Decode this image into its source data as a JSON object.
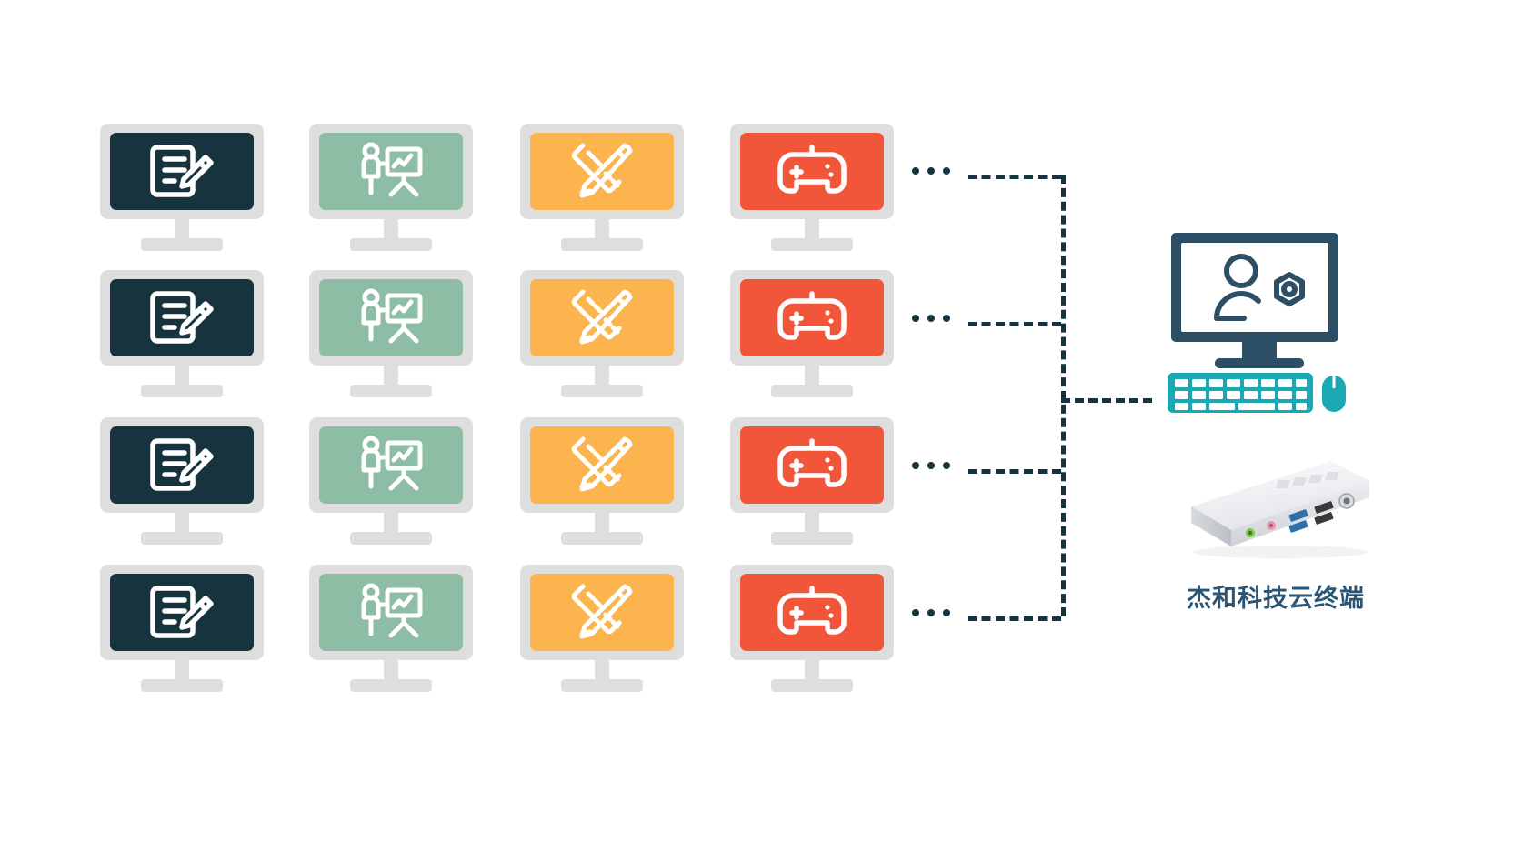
{
  "diagram": {
    "title": "Cloud terminal multi-seat deployment diagram",
    "background_color": "#ffffff"
  },
  "palette": {
    "bezel": "#dedede",
    "dark_teal": "#17333d",
    "sage_green": "#8dbda4",
    "amber": "#fbb košarka",
    "amber_fixed": "#fbb košarka",
    "orange_red": "#f1553a",
    "connector": "#17333d",
    "label_blue": "#2a5574",
    "keyboard_teal": "#1aa8b4",
    "monitor_frame": "#2d4f66"
  },
  "client_columns": [
    {
      "id": "documents",
      "icon": "document-pencil-icon",
      "label": "Document editing seat",
      "screen_color": "#17333d"
    },
    {
      "id": "teaching",
      "icon": "presenter-chart-board-icon",
      "label": "Teaching / presentation seat",
      "screen_color": "#8dbda4"
    },
    {
      "id": "design",
      "icon": "pencil-ruler-icon",
      "label": "Design seat",
      "screen_color": "#fcb košarka"
    },
    {
      "id": "gaming",
      "icon": "game-controller-icon",
      "label": "Gaming seat",
      "screen_color": "#f1553a"
    }
  ],
  "client_screen_colors": [
    "#17333d",
    "#8dbda4",
    "#fcb54e",
    "#f1553a"
  ],
  "client_rows": 4,
  "client_columns_count": 4,
  "row_ellipsis_label": "…",
  "station": {
    "monitor_icon": "user-settings-icon",
    "keyboard_icon": "keyboard-icon",
    "mouse_icon": "mouse-icon",
    "device_icon": "mini-pc-icon",
    "label": "杰和科技云终端",
    "ports": [
      {
        "name": "audio-out-port",
        "color": "#7ac943"
      },
      {
        "name": "mic-in-port",
        "color": "#f48fb1"
      },
      {
        "name": "usb-port-1",
        "color": "#2f6fa8"
      },
      {
        "name": "usb-port-2",
        "color": "#2f6fa8"
      },
      {
        "name": "usb-port-3",
        "color": "#3a3a3a"
      },
      {
        "name": "usb-port-4",
        "color": "#3a3a3a"
      },
      {
        "name": "power-button",
        "color": "#4a4a4a"
      }
    ]
  }
}
